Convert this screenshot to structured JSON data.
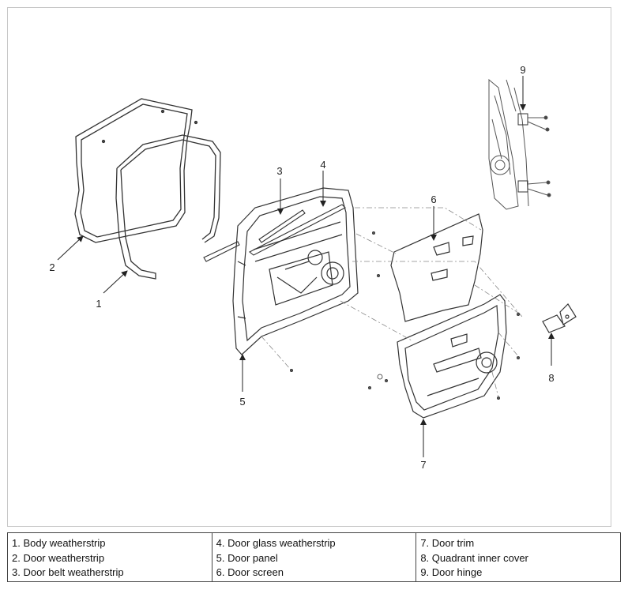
{
  "callouts": [
    "1",
    "2",
    "3",
    "4",
    "5",
    "6",
    "7",
    "8",
    "9"
  ],
  "legend": {
    "col1": [
      "1. Body weatherstrip",
      "2. Door weatherstrip",
      "3. Door belt weatherstrip"
    ],
    "col2": [
      "4. Door glass weatherstrip",
      "5. Door panel",
      "6. Door screen"
    ],
    "col3": [
      "7. Door trim",
      "8. Quadrant inner cover",
      "9. Door hinge"
    ]
  }
}
